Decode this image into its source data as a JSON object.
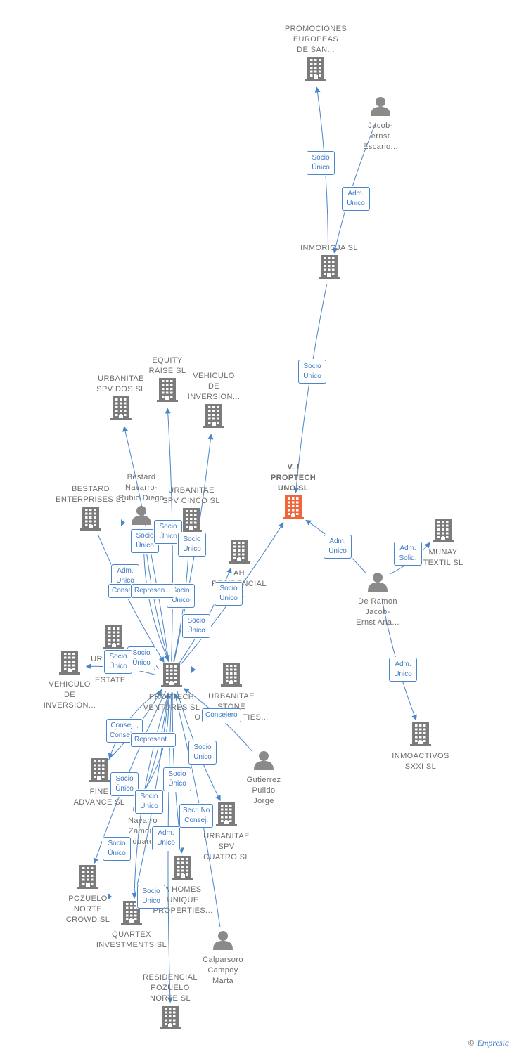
{
  "colors": {
    "edge": "#4a86c8",
    "building": "#7b7b7b",
    "building_focus": "#f0663a",
    "person": "#8a8a8a",
    "label": "#6d6d6d",
    "badge_text": "#3c78c3"
  },
  "footer": {
    "copyright": "©",
    "brand": "Empresia"
  },
  "nodes": [
    {
      "id": "promociones",
      "type": "company",
      "label": "PROMOCIONES\nEUROPEAS\nDE SAN..."
    },
    {
      "id": "jacob",
      "type": "person",
      "label": "Jacob-\nernst\nEscario..."
    },
    {
      "id": "inmorioja",
      "type": "company",
      "label": "INMORIOJA SL"
    },
    {
      "id": "vi_proptech",
      "type": "company_focus",
      "label": "V. I\nPROPTECH\nUNO  SL"
    },
    {
      "id": "urbanitae_spv_dos",
      "type": "company",
      "label": "URBANITAE\nSPV DOS  SL"
    },
    {
      "id": "equity_raise",
      "type": "company",
      "label": "EQUITY\nRAISE  SL"
    },
    {
      "id": "vehiculo_inv_top",
      "type": "company",
      "label": "VEHICULO\nDE\nINVERSION..."
    },
    {
      "id": "bestard_ent",
      "type": "company",
      "label": "BESTARD\nENTERPRISES SL"
    },
    {
      "id": "bestard_person",
      "type": "person",
      "label": "Bestard\nNavarro-\nRubio Diego"
    },
    {
      "id": "urbanitae_cinco",
      "type": "company",
      "label": "URBANITAE\nSPV CINCO  SL"
    },
    {
      "id": "ah_residencial",
      "type": "company",
      "label": "AH\nRESIDENCIAL\nSL"
    },
    {
      "id": "munay",
      "type": "company",
      "label": "MUNAY\nTEXTIL  SL"
    },
    {
      "id": "de_ramon",
      "type": "person",
      "label": "De Ramon\nJacob-\nErnst Ana..."
    },
    {
      "id": "urb_real_estate",
      "type": "company",
      "label": "URBANITAE\nREAL\nESTATE..."
    },
    {
      "id": "vehiculo_inv_left",
      "type": "company",
      "label": "VEHICULO\nDE\nINVERSION..."
    },
    {
      "id": "proptech_ventures",
      "type": "company",
      "label": "PROPTECH\nVENTURES  SL"
    },
    {
      "id": "urb_stone",
      "type": "company",
      "label": "URBANITAE\nSTONE\nOPPORTUNITIES..."
    },
    {
      "id": "inmoactivos",
      "type": "company",
      "label": "INMOACTIVOS\nSXXI  SL"
    },
    {
      "id": "gutierrez",
      "type": "person",
      "label": "Gutierrez\nPulido\nJorge"
    },
    {
      "id": "fine_advance",
      "type": "company",
      "label": "FINE\nADVANCE  SL"
    },
    {
      "id": "navarro",
      "type": "person",
      "label": "Navarro\nZamora\nEduardo"
    },
    {
      "id": "urbanitae_cuatro",
      "type": "company",
      "label": "URBANITAE\nSPV\nCUATRO  SL"
    },
    {
      "id": "homes_unique",
      "type": "company",
      "label": "A HOMES\nUNIQUE\nPROPERTIES..."
    },
    {
      "id": "pozuelo_crowd",
      "type": "company",
      "label": "POZUELO\nNORTE\nCROWD  SL"
    },
    {
      "id": "quartex",
      "type": "company",
      "label": "QUARTEX\nINVESTMENTS SL"
    },
    {
      "id": "calparsoro",
      "type": "person",
      "label": "Calparsoro\nCampoy\nMarta"
    },
    {
      "id": "residencial_pozuelo",
      "type": "company",
      "label": "RESIDENCIAL\nPOZUELO\nNORTE  SL"
    }
  ],
  "edges": [
    {
      "from": "inmorioja",
      "to": "promociones",
      "label": "Socio\nÚnico"
    },
    {
      "from": "jacob",
      "to": "inmorioja",
      "label": "Adm.\nUnico"
    },
    {
      "from": "inmorioja",
      "to": "vi_proptech",
      "label": "Socio\nÚnico"
    },
    {
      "from": "de_ramon",
      "to": "vi_proptech",
      "label": "Adm.\nUnico"
    },
    {
      "from": "de_ramon",
      "to": "munay",
      "label": "Adm.\nSolid."
    },
    {
      "from": "de_ramon",
      "to": "inmoactivos",
      "label": "Adm.\nUnico"
    },
    {
      "from": "proptech_ventures",
      "to": "vi_proptech",
      "label": "Socio\nÚnico"
    },
    {
      "from": "proptech_ventures",
      "to": "urbanitae_spv_dos",
      "label": "Socio\nÚnico"
    },
    {
      "from": "proptech_ventures",
      "to": "equity_raise",
      "label": "Socio\nÚnico"
    },
    {
      "from": "proptech_ventures",
      "to": "vehiculo_inv_top",
      "label": "Socio\nÚnico"
    },
    {
      "from": "proptech_ventures",
      "to": "urbanitae_cinco",
      "label": "Socio\nÚnico"
    },
    {
      "from": "proptech_ventures",
      "to": "ah_residencial",
      "label": "Socio\nÚnico"
    },
    {
      "from": "bestard_ent",
      "to": "proptech_ventures",
      "label": "Adm.\nUnico"
    },
    {
      "from": "bestard_person",
      "to": "proptech_ventures",
      "label": "Consej...."
    },
    {
      "from": "bestard_person",
      "to": "proptech_ventures",
      "label": "Represen..."
    },
    {
      "from": "proptech_ventures",
      "to": "urb_real_estate",
      "label": "Socio\nÚnico"
    },
    {
      "from": "proptech_ventures",
      "to": "vehiculo_inv_left",
      "label": "Socio\nÚnico"
    },
    {
      "from": "gutierrez",
      "to": "proptech_ventures",
      "label": "Consejero"
    },
    {
      "from": "fine_advance",
      "to": "proptech_ventures",
      "label": "Consej. ,\nConsej...."
    },
    {
      "from": "navarro",
      "to": "proptech_ventures",
      "label": "Represent..."
    },
    {
      "from": "proptech_ventures",
      "to": "fine_advance",
      "label": "Socio\nÚnico"
    },
    {
      "from": "proptech_ventures",
      "to": "pozuelo_crowd",
      "label": "Socio\nÚnico"
    },
    {
      "from": "proptech_ventures",
      "to": "urbanitae_cuatro",
      "label": "Socio\nÚnico"
    },
    {
      "from": "proptech_ventures",
      "to": "homes_unique",
      "label": "Socio\nÚnico"
    },
    {
      "from": "navarro",
      "to": "proptech_ventures",
      "label": "Socio\nÚnico"
    },
    {
      "from": "quartex",
      "to": "proptech_ventures",
      "label": "Adm.\nUnico"
    },
    {
      "from": "calparsoro",
      "to": "proptech_ventures",
      "label": "Secr.  No\nConsej."
    },
    {
      "from": "proptech_ventures",
      "to": "quartex",
      "label": "Socio\nÚnico"
    },
    {
      "from": "proptech_ventures",
      "to": "residencial_pozuelo",
      "label": ""
    }
  ]
}
